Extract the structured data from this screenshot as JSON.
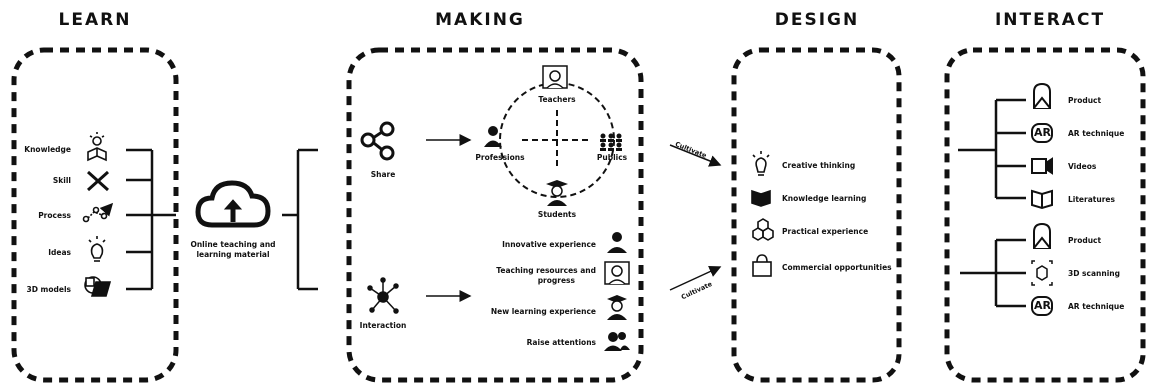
{
  "sections": {
    "learn": "LEARN",
    "making": "MAKING",
    "design": "DESIGN",
    "interact": "INTERACT"
  },
  "learn": {
    "items": [
      "Knowledge",
      "Skill",
      "Process",
      "Ideas",
      "3D models"
    ]
  },
  "center": {
    "line1": "Online teaching and",
    "line2": "learning material"
  },
  "making": {
    "share": "Share",
    "interaction": "Interaction",
    "teachers": "Teachers",
    "professions": "Professions",
    "publics": "Publics",
    "students": "Students",
    "outcomes": {
      "o1": "Innovative experience",
      "o2a": "Teaching resources and",
      "o2b": "progress",
      "o3": "New learning experience",
      "o4": "Raise attentions"
    }
  },
  "arrows": {
    "cultivate1": "Cultivate",
    "cultivate2": "Cultivate"
  },
  "design": {
    "items": [
      "Creative thinking",
      "Knowledge learning",
      "Practical experience",
      "Commercial opportunities"
    ]
  },
  "interact": {
    "group1": [
      "Product",
      "AR technique",
      "Videos",
      "Literatures"
    ],
    "group2": [
      "Product",
      "3D scanning",
      "AR technique"
    ],
    "ar_badge": "AR"
  }
}
